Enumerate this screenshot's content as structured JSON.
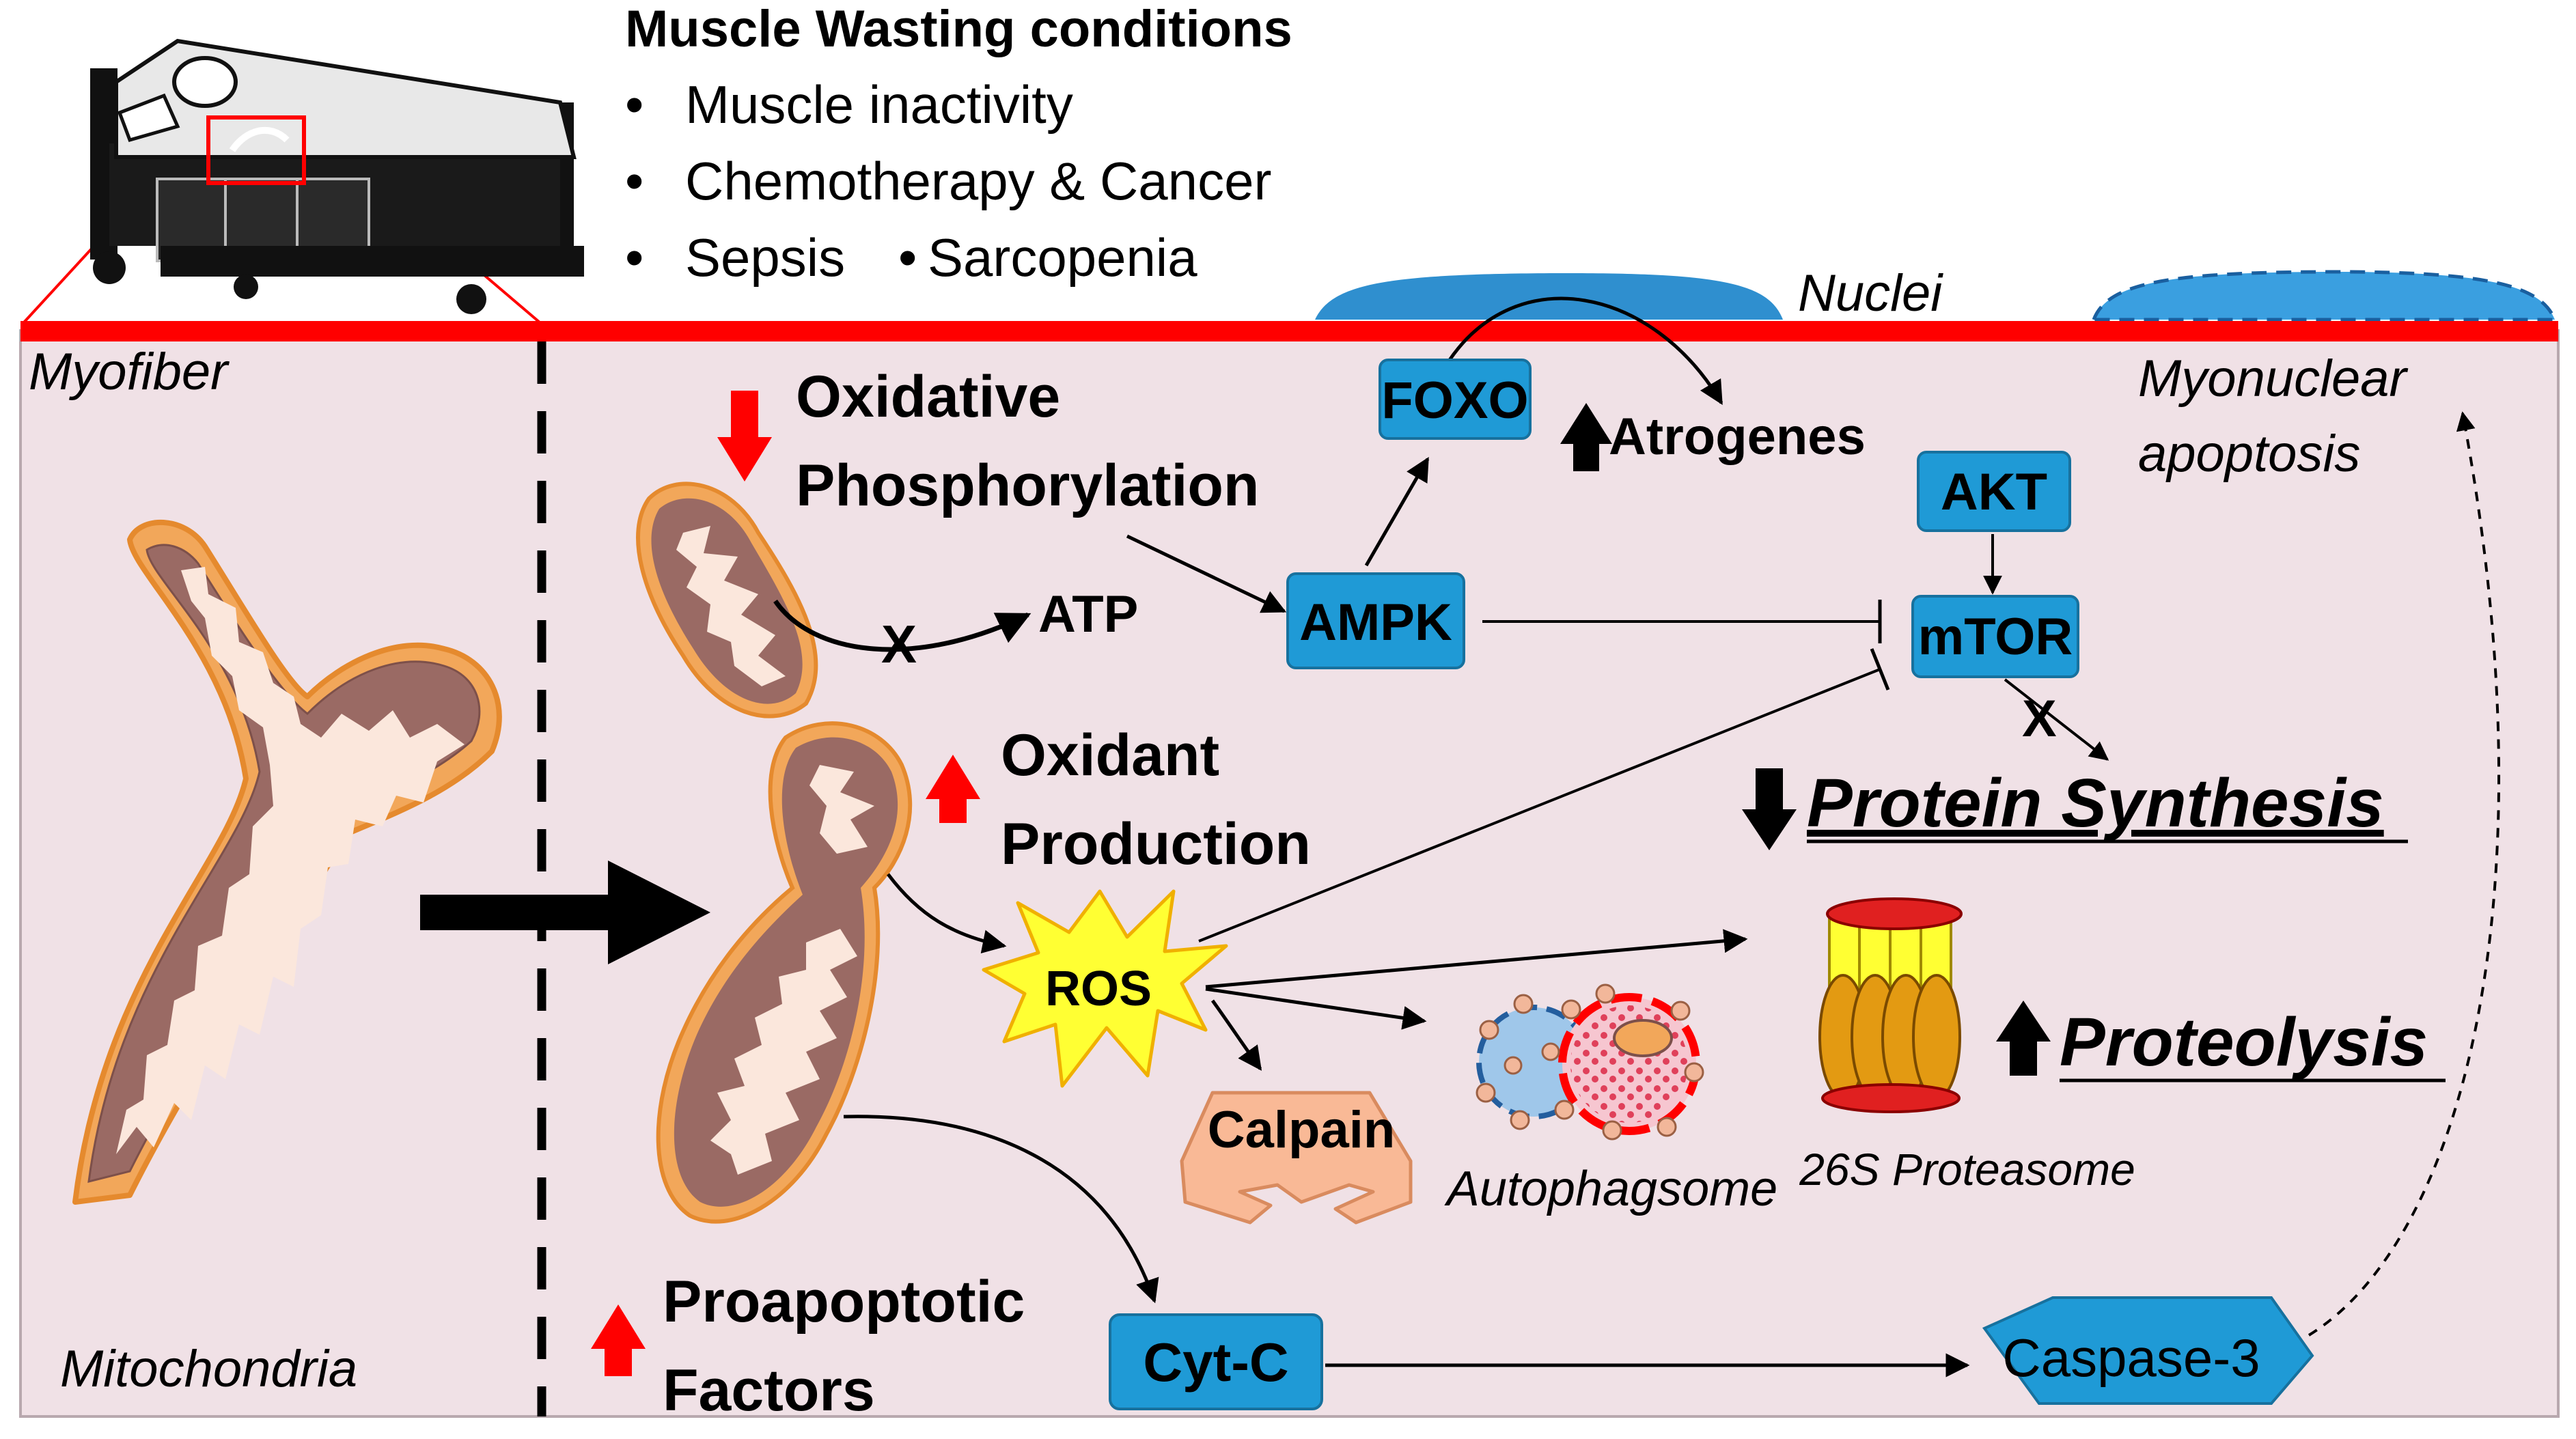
{
  "conditions": {
    "title": "Muscle Wasting conditions",
    "items": [
      "Muscle inactivity",
      "Chemotherapy & Cancer",
      "Sepsis",
      "Sarcopenia"
    ]
  },
  "labels": {
    "myofiber": "Myofiber",
    "mitochondria": "Mitochondria",
    "nuclei": "Nuclei",
    "myonuclear_apoptosis_1": "Myonuclear",
    "myonuclear_apoptosis_2": "apoptosis",
    "oxidative_1": "Oxidative",
    "oxidative_2": "Phosphorylation",
    "atp": "ATP",
    "oxidant_1": "Oxidant",
    "oxidant_2": "Production",
    "proapoptotic_1": "Proapoptotic",
    "proapoptotic_2": "Factors",
    "atrogenes": "Atrogenes",
    "protein_synthesis": "Protein Synthesis",
    "proteolysis": "Proteolysis",
    "autophagsome": "Autophagsome",
    "proteasome": "26S Proteasome"
  },
  "nodes": {
    "foxo": "FOXO",
    "ampk": "AMPK",
    "akt": "AKT",
    "mtor": "mTOR",
    "ros": "ROS",
    "calpain": "Calpain",
    "cytc": "Cyt-C",
    "caspase3": "Caspase-3"
  },
  "colors": {
    "membrane": "#ff0000",
    "cell_bg": "#f0e1e6",
    "node_fill": "#1f9ad6",
    "nucleus": "#2f8fcf",
    "mito_outer": "#f0a860",
    "mito_inner": "#9a6a64",
    "mito_cristae": "#fbe7dc",
    "up_down_arrow": "#ff0000",
    "ros_fill": "#ffff33",
    "calpain_fill": "#f9b996"
  }
}
